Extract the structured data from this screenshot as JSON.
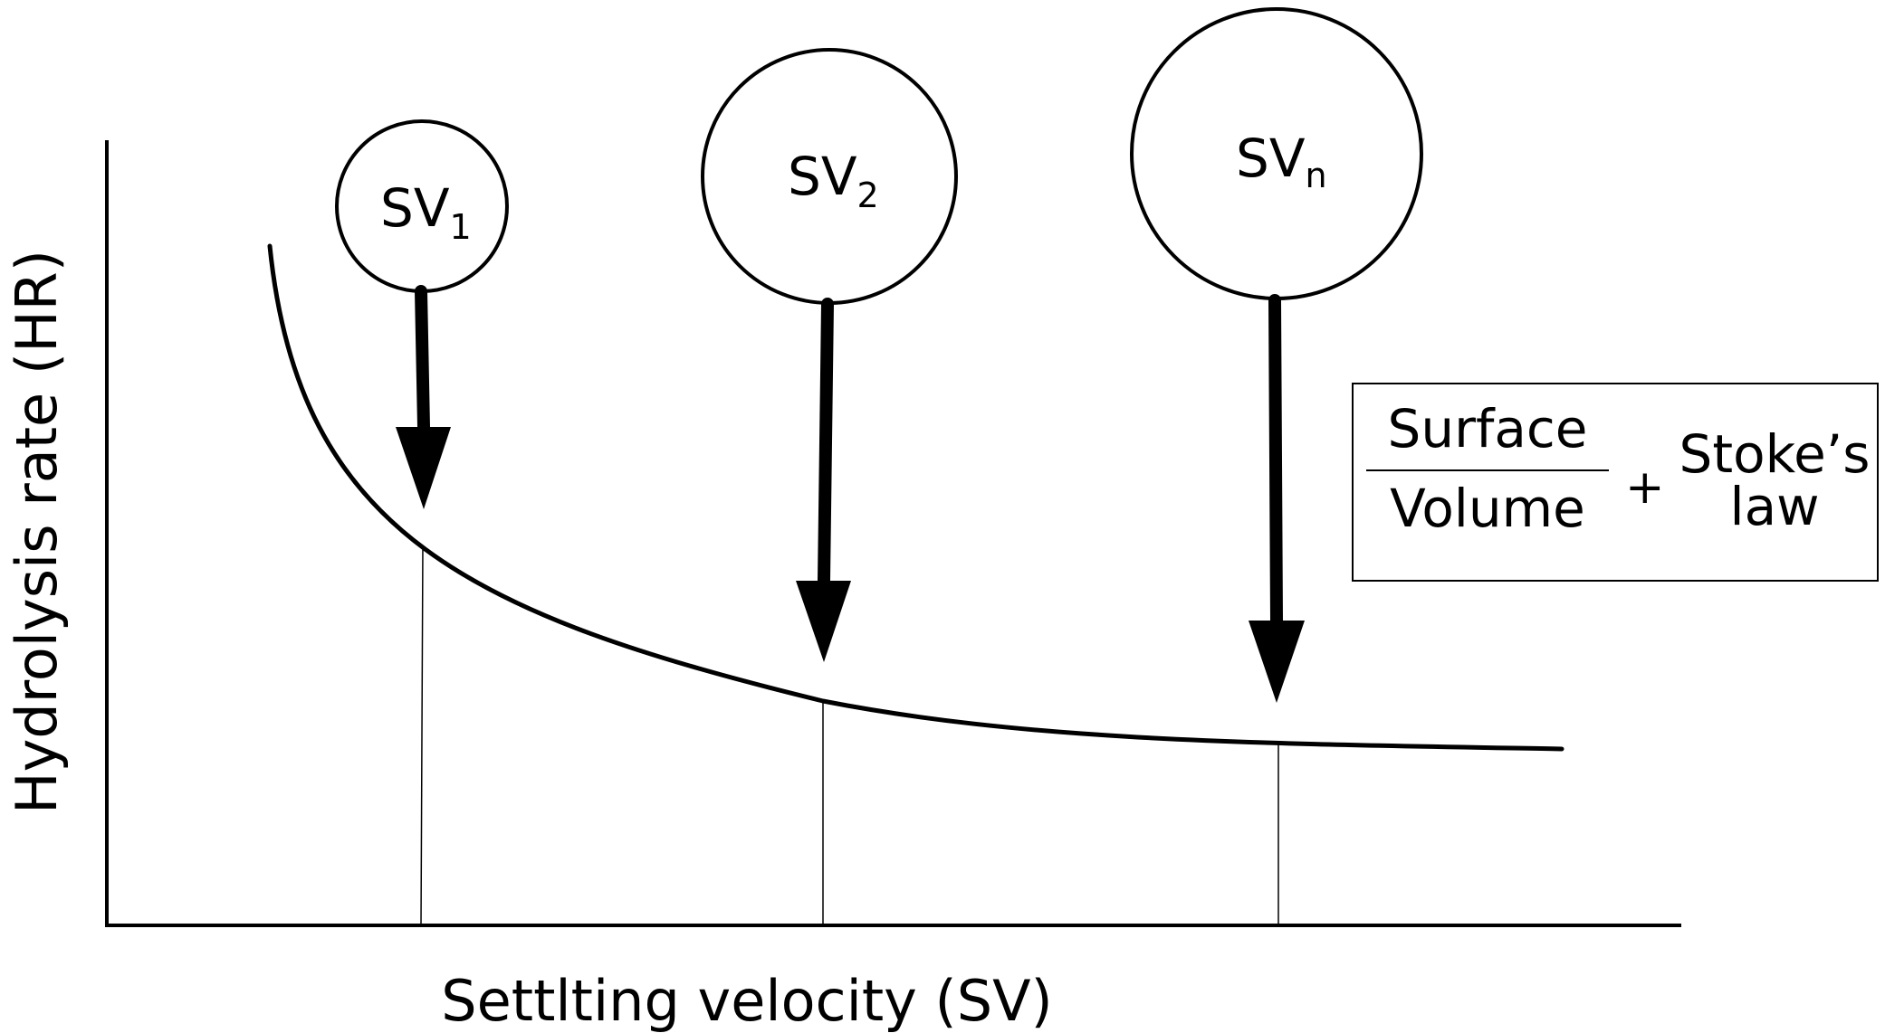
{
  "axes": {
    "x_label": "Settlting velocity (SV)",
    "y_label": "Hydrolysis rate (HR)"
  },
  "particles": [
    {
      "label": "SV",
      "sub": "1"
    },
    {
      "label": "SV",
      "sub": "2"
    },
    {
      "label": "SV",
      "sub": "n"
    }
  ],
  "formula": {
    "numerator": "Surface",
    "denominator": "Volume",
    "operator": "+",
    "term_line1": "Stoke’s",
    "term_line2": "law"
  },
  "colors": {
    "ink": "#000000",
    "background": "#ffffff"
  }
}
